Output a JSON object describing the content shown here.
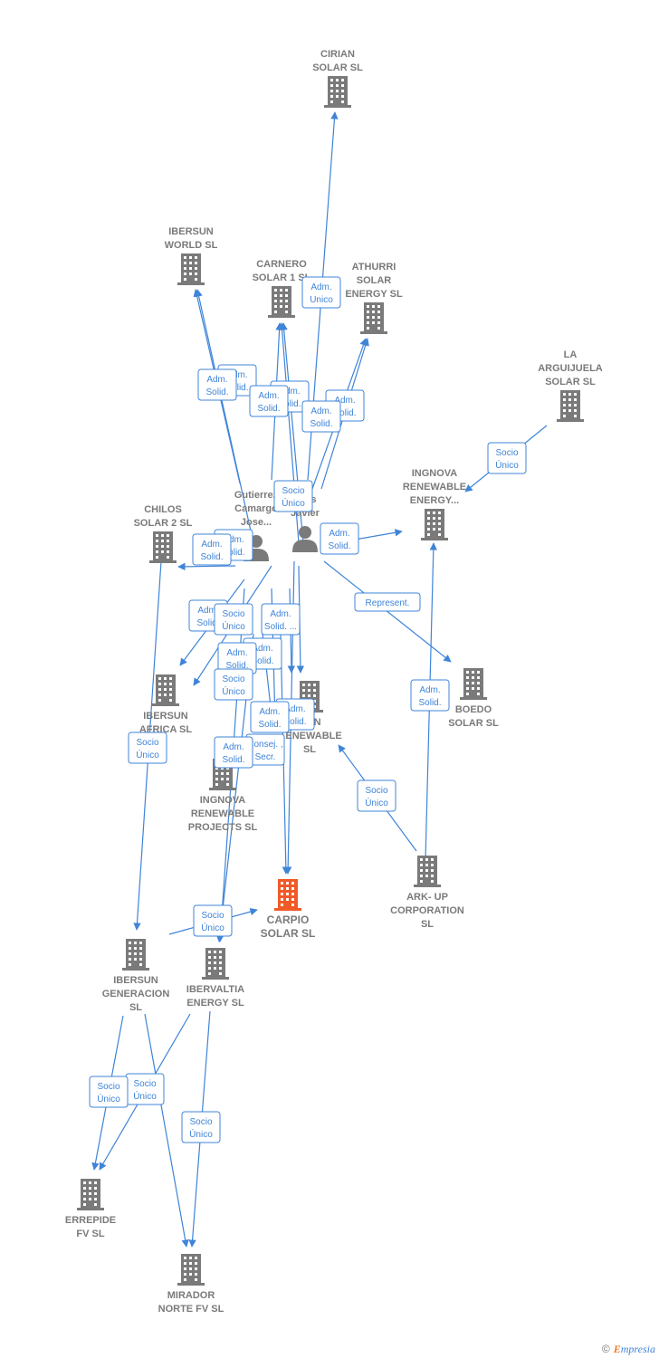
{
  "colors": {
    "edge": "#3f84d8",
    "company": "#7a7a7a",
    "focus": "#f05a28",
    "person": "#7a7a7a"
  },
  "nodes": [
    {
      "id": "cirian",
      "type": "company",
      "lines": [
        "CIRIAN",
        "SOLAR  SL"
      ]
    },
    {
      "id": "ibersun_world",
      "type": "company",
      "lines": [
        "IBERSUN",
        "WORLD  SL"
      ]
    },
    {
      "id": "carnero",
      "type": "company",
      "lines": [
        "CARNERO",
        "SOLAR 1  SL"
      ]
    },
    {
      "id": "athurri",
      "type": "company",
      "lines": [
        "ATHURRI",
        "SOLAR",
        "ENERGY  SL"
      ]
    },
    {
      "id": "arguijuela",
      "type": "company",
      "lines": [
        "LA",
        "ARGUIJUELA",
        "SOLAR  SL"
      ]
    },
    {
      "id": "ingnova_energy",
      "type": "company",
      "lines": [
        "INGNOVA",
        "RENEWABLE",
        "ENERGY..."
      ]
    },
    {
      "id": "chilos",
      "type": "company",
      "lines": [
        "CHILOS",
        "SOLAR 2  SL"
      ]
    },
    {
      "id": "person1",
      "type": "person",
      "lines": [
        "Gutierrez",
        "Camargo",
        "Jose..."
      ]
    },
    {
      "id": "person2",
      "type": "person",
      "lines": [
        "...a",
        "...uis",
        "Javier"
      ]
    },
    {
      "id": "ibersun_africa",
      "type": "company",
      "lines": [
        "IBERSUN",
        "AFRICA  SL"
      ]
    },
    {
      "id": "ibersun_renewable",
      "type": "company",
      "lines": [
        "...UN",
        "...ENEWABLE",
        "SL"
      ]
    },
    {
      "id": "boedo",
      "type": "company",
      "lines": [
        "BOEDO",
        "SOLAR  SL"
      ]
    },
    {
      "id": "ingnova_projects",
      "type": "company",
      "lines": [
        "INGNOVA",
        "RENEWABLE",
        "PROJECTS  SL"
      ]
    },
    {
      "id": "carpio",
      "type": "focus",
      "lines": [
        "CARPIO",
        "SOLAR  SL"
      ]
    },
    {
      "id": "arkup",
      "type": "company",
      "lines": [
        "ARK- UP",
        "CORPORATION",
        "SL"
      ]
    },
    {
      "id": "ibersun_generacion",
      "type": "company",
      "lines": [
        "IBERSUN",
        "GENERACION",
        "SL"
      ]
    },
    {
      "id": "ibervaltia",
      "type": "company",
      "lines": [
        "IBERVALTIA",
        "ENERGY  SL"
      ]
    },
    {
      "id": "errepide",
      "type": "company",
      "lines": [
        "ERREPIDE",
        "FV  SL"
      ]
    },
    {
      "id": "mirador",
      "type": "company",
      "lines": [
        "MIRADOR",
        "NORTE FV  SL"
      ]
    }
  ],
  "edge_labels": [
    {
      "id": "l1",
      "lines": [
        "Adm.",
        "Unico"
      ]
    },
    {
      "id": "l2",
      "lines": [
        "Adm.",
        "Solid."
      ]
    },
    {
      "id": "l3",
      "lines": [
        "Adm.",
        "Solid."
      ]
    },
    {
      "id": "l4",
      "lines": [
        "Adm.",
        "Solid."
      ]
    },
    {
      "id": "l5",
      "lines": [
        "Adm.",
        "Solid."
      ]
    },
    {
      "id": "l6",
      "lines": [
        "Adm.",
        "Solid."
      ]
    },
    {
      "id": "l7",
      "lines": [
        "Adm.",
        "Solid."
      ]
    },
    {
      "id": "l8",
      "lines": [
        "Socio",
        "Único"
      ]
    },
    {
      "id": "l9",
      "lines": [
        "Socio",
        "Único"
      ]
    },
    {
      "id": "l10",
      "lines": [
        "Adm.",
        "Solid."
      ]
    },
    {
      "id": "l11",
      "lines": [
        "Adm.",
        "Solid."
      ]
    },
    {
      "id": "l12",
      "lines": [
        "Adm.",
        "Solid."
      ]
    },
    {
      "id": "l13",
      "lines": [
        "Represent."
      ]
    },
    {
      "id": "l14",
      "lines": [
        "Adm.",
        "Solid."
      ]
    },
    {
      "id": "l15",
      "lines": [
        "Socio",
        "Único"
      ]
    },
    {
      "id": "l16",
      "lines": [
        "Adm.",
        "Solid. ..."
      ]
    },
    {
      "id": "l17",
      "lines": [
        "Adm.",
        "Solid."
      ]
    },
    {
      "id": "l18",
      "lines": [
        "Adm.",
        "Solid."
      ]
    },
    {
      "id": "l19",
      "lines": [
        "Socio",
        "Único"
      ]
    },
    {
      "id": "l20",
      "lines": [
        "Adm.",
        "Solid."
      ]
    },
    {
      "id": "l21",
      "lines": [
        "Adm.",
        "Solid."
      ]
    },
    {
      "id": "l22",
      "lines": [
        "Adm.",
        "Solid."
      ]
    },
    {
      "id": "l23",
      "lines": [
        "Socio",
        "Único"
      ]
    },
    {
      "id": "l24",
      "lines": [
        "Consej. ,",
        "Secr."
      ]
    },
    {
      "id": "l25",
      "lines": [
        "Adm.",
        "Solid."
      ]
    },
    {
      "id": "l26",
      "lines": [
        "Socio",
        "Único"
      ]
    },
    {
      "id": "l27",
      "lines": [
        "Socio",
        "Único"
      ]
    },
    {
      "id": "l28",
      "lines": [
        "Socio",
        "Único"
      ]
    },
    {
      "id": "l29",
      "lines": [
        "Socio",
        "Único"
      ]
    },
    {
      "id": "l30",
      "lines": [
        "Socio",
        "Único"
      ]
    }
  ],
  "footer": {
    "copyright": "©",
    "brand_first": "E",
    "brand_rest": "mpresia"
  }
}
